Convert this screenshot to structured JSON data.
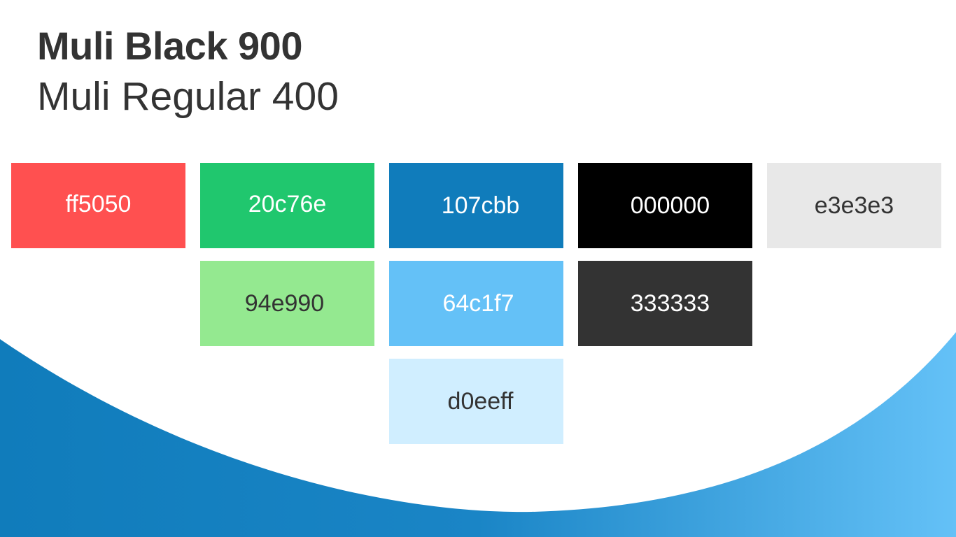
{
  "headings": {
    "black": "Muli Black 900",
    "regular": "Muli Regular 400"
  },
  "colors": {
    "text_dark": "#333333",
    "wave_start": "#107cbb",
    "wave_end": "#64c1f7",
    "background": "#ffffff"
  },
  "swatches": [
    {
      "label": "ff5050",
      "color": "#ff5050",
      "text_color": "#ffffff"
    },
    {
      "label": "20c76e",
      "color": "#20c76e",
      "text_color": "#ffffff"
    },
    {
      "label": "107cbb",
      "color": "#107cbb",
      "text_color": "#ffffff"
    },
    {
      "label": "000000",
      "color": "#000000",
      "text_color": "#ffffff"
    },
    {
      "label": "e3e3e3",
      "color": "#e8e8e8",
      "text_color": "#333333"
    },
    {
      "label": "94e990",
      "color": "#94e990",
      "text_color": "#333333"
    },
    {
      "label": "64c1f7",
      "color": "#64c1f7",
      "text_color": "#ffffff"
    },
    {
      "label": "333333",
      "color": "#333333",
      "text_color": "#ffffff"
    },
    {
      "label": "d0eeff",
      "color": "#d0eeff",
      "text_color": "#333333"
    }
  ]
}
